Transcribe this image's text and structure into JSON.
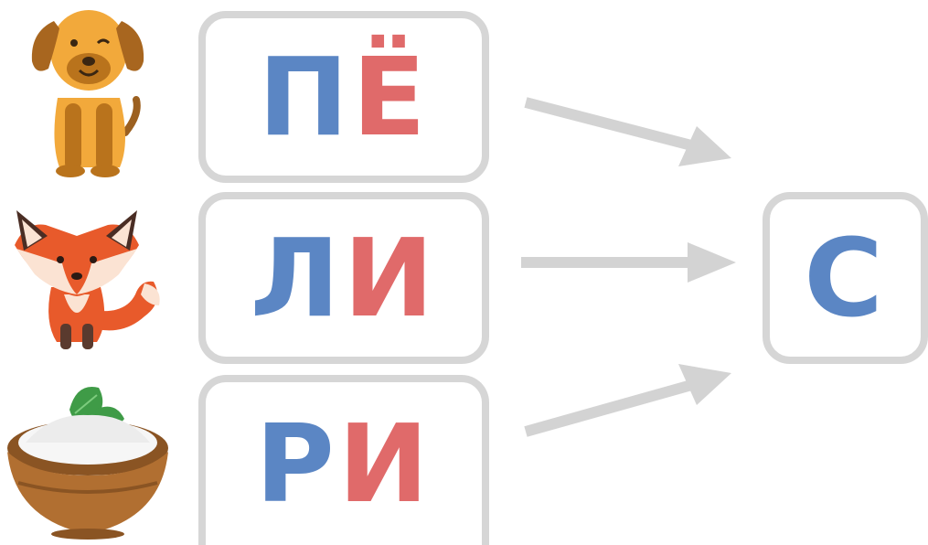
{
  "colors": {
    "blue": "#5b86c4",
    "red": "#e06a6a",
    "box_border": "#d6d6d6",
    "arrow": "#d3d3d3"
  },
  "images": [
    {
      "name": "dog",
      "icon": "dog-icon"
    },
    {
      "name": "fox",
      "icon": "fox-icon"
    },
    {
      "name": "bowl",
      "icon": "bowl-icon"
    }
  ],
  "syllables": [
    {
      "first": "П",
      "second": "Ё"
    },
    {
      "first": "Л",
      "second": "И"
    },
    {
      "first": "Р",
      "second": "И"
    }
  ],
  "target": {
    "letter": "С"
  }
}
